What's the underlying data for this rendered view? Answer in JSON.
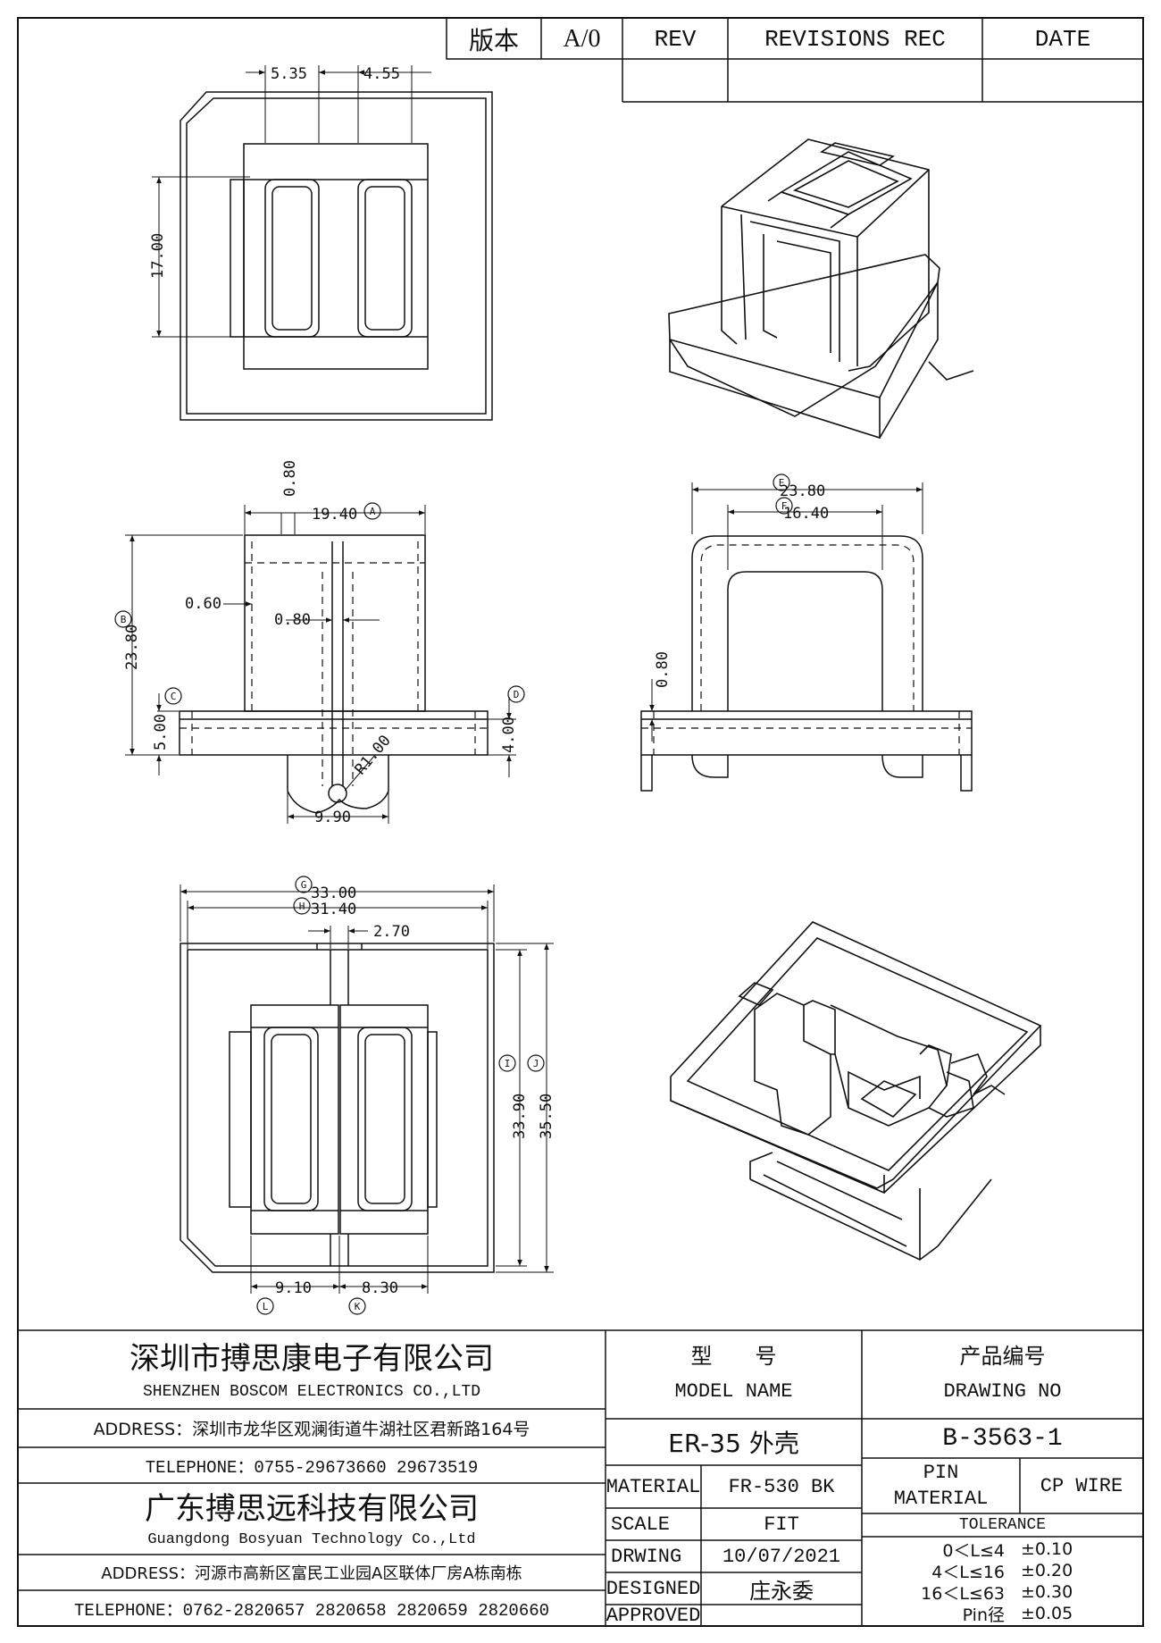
{
  "revision_table": {
    "version_label": "版本",
    "version_value": "A/0",
    "rev_header": "REV",
    "revisions_header": "REVISIONS REC",
    "date_header": "DATE"
  },
  "dimensions": {
    "top_view": {
      "d1": "5.35",
      "d2": "4.55",
      "d3": "17.00"
    },
    "front_view": {
      "d1": "0.80",
      "d2": "19.40",
      "d3": "0.60",
      "d4": "0.80",
      "d5": "23.80",
      "d6": "5.00",
      "d7": "4.00",
      "d8": "R1.00",
      "d9": "9.90"
    },
    "side_view": {
      "d1": "23.80",
      "d2": "16.40",
      "d3": "0.80"
    },
    "bottom_view": {
      "d1": "33.00",
      "d2": "31.40",
      "d3": "2.70",
      "d4": "33.90",
      "d5": "35.50",
      "d6": "9.10",
      "d7": "8.30"
    }
  },
  "datum_markers": {
    "A": "A",
    "B": "B",
    "C": "C",
    "D": "D",
    "E": "E",
    "F": "F",
    "G": "G",
    "H": "H",
    "I": "I",
    "J": "J",
    "K": "K",
    "L": "L"
  },
  "title_block": {
    "company_cn": "深圳市搏思康电子有限公司",
    "company_en": "SHENZHEN BOSCOM ELECTRONICS CO.,LTD",
    "address1": "ADDRESS：深圳市龙华区观澜街道牛湖社区君新路164号",
    "telephone1": "TELEPHONE：0755-29673660 29673519",
    "company2_cn": "广东搏思远科技有限公司",
    "company2_en": "Guangdong Bosyuan Technology Co.,Ltd",
    "address2": "ADDRESS：河源市高新区富民工业园A区联体厂房A栋南栋",
    "telephone2": "TELEPHONE：0762-2820657 2820658 2820659 2820660",
    "model_cn": "型　　号",
    "model_en": "MODEL NAME",
    "model_value": "ER-35 外壳",
    "drawing_cn": "产品编号",
    "drawing_en": "DRAWING NO",
    "drawing_value": "B-3563-1",
    "material_label": "MATERIAL",
    "material_value": "FR-530 BK",
    "scale_label": "SCALE",
    "scale_value": "FIT",
    "drawing_label": "DRWING",
    "drawing_date": "10/07/2021",
    "designed_label": "DESIGNED",
    "designed_value": "庄永委",
    "approved_label": "APPROVED",
    "approved_value": "",
    "pin_material_label_1": "PIN",
    "pin_material_label_2": "MATERIAL",
    "pin_material_value": "CP WIRE",
    "tolerance_label": "TOLERANCE",
    "tol_rows": [
      {
        "range": "0＜L≤4",
        "value": "±0.10"
      },
      {
        "range": "4＜L≤16",
        "value": "±0.20"
      },
      {
        "range": "16＜L≤63",
        "value": "±0.30"
      },
      {
        "range": "Pin径",
        "value": "±0.05"
      }
    ]
  }
}
